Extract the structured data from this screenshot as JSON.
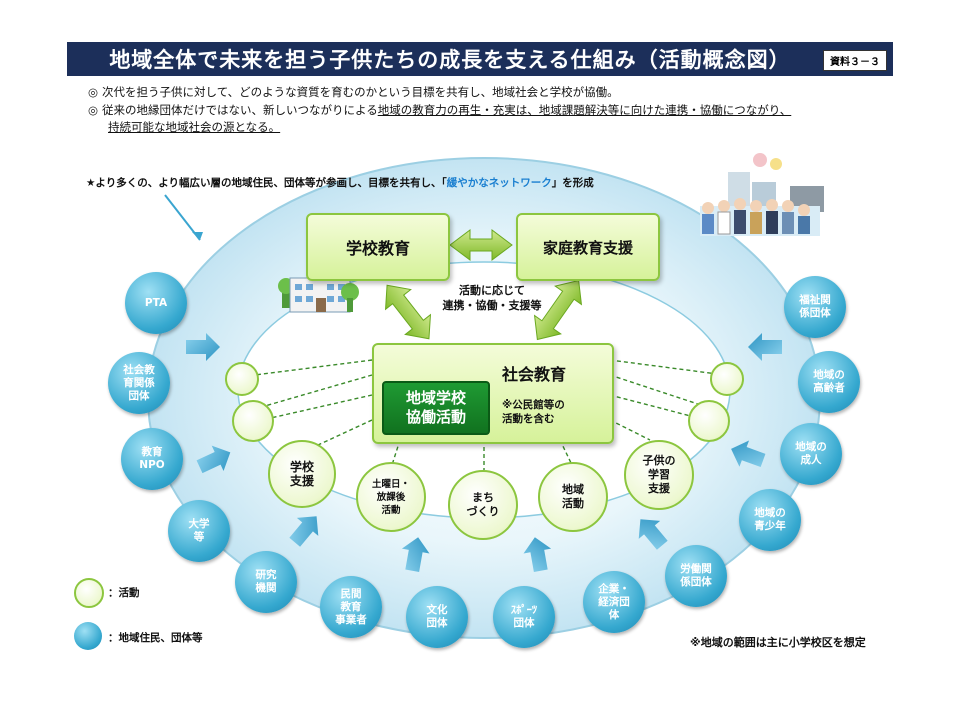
{
  "title": "地域全体で未来を担う子供たちの成長を支える仕組み（活動概念図）",
  "doc_ref": "資料３－３",
  "bullets": {
    "mark": "◎",
    "line1": "次代を担う子供に対して、どのような資質を育むのかという目標を共有し、地域社会と学校が協働。",
    "line2_a": "従来の地縁団体だけではない、新しいつながりによる",
    "line2_b": "地域の教育力の再生・充実は、地域課題解決等に向けた連携・協働につながり、",
    "line3": "持続可能な地域社会の源となる。"
  },
  "network_note": {
    "prefix": "★より多くの、より幅広い層の地域住民、団体等が参画し、目標を共有し、「",
    "highlight": "緩やかなネットワーク",
    "suffix": "」を形成"
  },
  "boxes": {
    "school": "学校教育",
    "home": "家庭教育支援",
    "social": "社会教育",
    "social_note_1": "※公民館等の",
    "social_note_2": "活動を含む",
    "collab_1": "地域学校",
    "collab_2": "協働活動"
  },
  "activity_label_1": "活動に応じて",
  "activity_label_2": "連携・協働・支援等",
  "activities": {
    "school_support": [
      "学校",
      "支援"
    ],
    "after_school": [
      "土曜日・",
      "放課後",
      "活動"
    ],
    "town": [
      "まち",
      "づくり"
    ],
    "regional": [
      "地域",
      "活動"
    ],
    "learning_support": [
      "子供の",
      "学習",
      "支援"
    ]
  },
  "groups": {
    "pta": [
      "PTA"
    ],
    "social_edu": [
      "社会教",
      "育関係",
      "団体"
    ],
    "npo": [
      "教育",
      "NPO"
    ],
    "university": [
      "大学",
      "等"
    ],
    "research": [
      "研究",
      "機関"
    ],
    "private_edu": [
      "民間",
      "教育",
      "事業者"
    ],
    "culture": [
      "文化",
      "団体"
    ],
    "sports": [
      "ｽﾎﾟｰﾂ",
      "団体"
    ],
    "business": [
      "企業・",
      "経済団",
      "体"
    ],
    "labor": [
      "労働関",
      "係団体"
    ],
    "youth": [
      "地域の",
      "青少年"
    ],
    "adult": [
      "地域の",
      "成人"
    ],
    "elderly": [
      "地域の",
      "高齢者"
    ],
    "welfare": [
      "福祉関",
      "係団体"
    ]
  },
  "legend": {
    "activity": "：活動",
    "residents": "：地域住民、団体等"
  },
  "footnote": "※地域の範囲は主に小学校区を想定",
  "colors": {
    "title_bg": "#1c2f5a",
    "activity_green": "#8cc63f",
    "group_blue": "#35a8cf",
    "collab_green": "#1f9a33",
    "highlight_blue": "#1a7fd0"
  }
}
